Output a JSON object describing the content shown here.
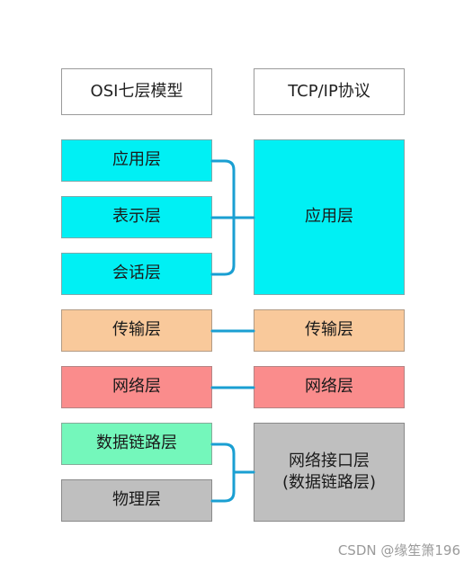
{
  "headers": {
    "osi": "OSI七层模型",
    "tcpip": "TCP/IP协议"
  },
  "osi_layers": {
    "application": "应用层",
    "presentation": "表示层",
    "session": "会话层",
    "transport": "传输层",
    "network": "网络层",
    "data_link": "数据链路层",
    "physical": "物理层"
  },
  "tcpip_layers": {
    "application": "应用层",
    "transport": "传输层",
    "network": "网络层",
    "network_interface": "网络接口层\n(数据链路层)"
  },
  "colors": {
    "application": "#00f0f4",
    "transport": "#f9c99b",
    "network": "#fa8c8c",
    "data_link": "#74f7bb",
    "physical": "#bfbfbf",
    "connector": "#1a9fd2"
  },
  "watermark": "CSDN @缘笙箫196"
}
